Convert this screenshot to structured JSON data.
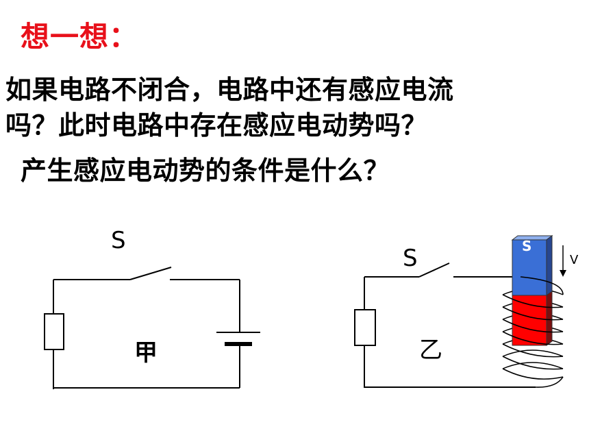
{
  "heading": "想一想：",
  "question_lines": [
    "如果电路不闭合，电路中还有感应电流",
    "吗？此时电路中存在感应电动势吗？",
    "产生感应电动势的条件是什么？"
  ],
  "circuit_a": {
    "switch_label": "S",
    "name": "甲"
  },
  "circuit_b": {
    "switch_label": "S",
    "name": "乙",
    "magnet_pole": "S",
    "velocity_label": "V"
  },
  "colors": {
    "heading": "#e8101a",
    "magnet_top": "#3a6fd6",
    "magnet_bottom": "#ff0000",
    "wire": "#000000"
  }
}
